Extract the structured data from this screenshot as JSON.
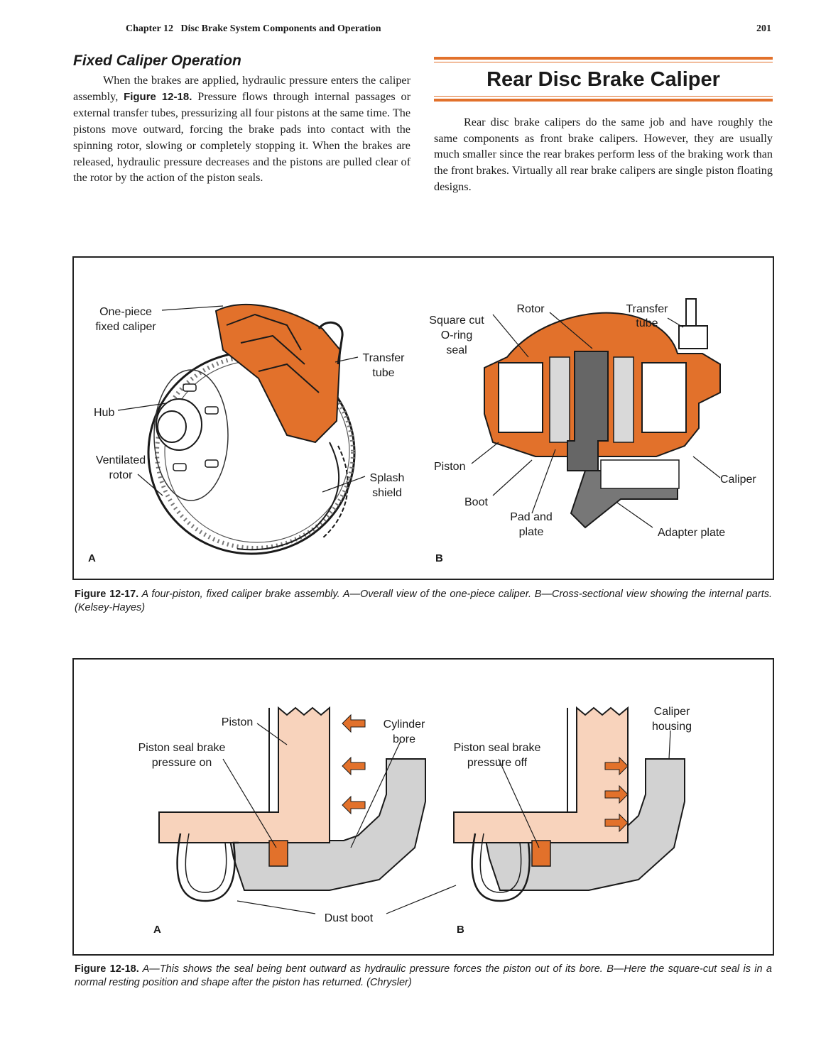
{
  "header": {
    "chapter": "Chapter 12   Disc Brake System Components and Operation",
    "page_number": "201"
  },
  "left_column": {
    "heading": "Fixed Caliper Operation",
    "paragraph_part1": "When the brakes are applied, hydraulic pressure enters the caliper assembly, ",
    "paragraph_ref": "Figure 12-18.",
    "paragraph_part2": " Pressure flows through internal passages or external transfer tubes, pressurizing all four pistons at the same time. The pistons move outward, forcing the brake pads into contact with the spinning rotor, slowing or completely stopping it. When the brakes are released, hydraulic pressure decreases and the pistons are pulled clear of the rotor by the action of the piston seals."
  },
  "right_column": {
    "heading": "Rear Disc Brake Caliper",
    "paragraph": "Rear disc brake calipers do the same job and have roughly the same components as front brake calipers. However, they are usually much smaller since the rear brakes perform less of the braking work than the front brakes. Virtually all rear brake calipers are single piston floating designs."
  },
  "figure_12_17": {
    "panel_a": {
      "label": "A",
      "callouts": {
        "caliper_1": "One-piece",
        "caliper_2": "fixed caliper",
        "transfer_1": "Transfer",
        "transfer_2": "tube",
        "hub": "Hub",
        "rotor_1": "Ventilated",
        "rotor_2": "rotor",
        "splash_1": "Splash",
        "splash_2": "shield"
      }
    },
    "panel_b": {
      "label": "B",
      "callouts": {
        "rotor": "Rotor",
        "transfer_1": "Transfer",
        "transfer_2": "tube",
        "seal_1": "Square cut",
        "seal_2": "O-ring",
        "seal_3": "seal",
        "piston": "Piston",
        "boot": "Boot",
        "pad_1": "Pad and",
        "pad_2": "plate",
        "caliper": "Caliper",
        "adapter": "Adapter plate"
      }
    },
    "caption_number": "Figure 12-17.",
    "caption_text": " A four-piston, fixed caliper brake assembly. A—Overall view of the one-piece caliper. B—Cross-sectional view showing the internal parts. (Kelsey-Hayes)"
  },
  "figure_12_18": {
    "panel_a": {
      "label": "A",
      "callouts": {
        "piston": "Piston",
        "seal_on_1": "Piston seal brake",
        "seal_on_2": "pressure on",
        "bore_1": "Cylinder",
        "bore_2": "bore"
      }
    },
    "panel_b": {
      "label": "B",
      "callouts": {
        "seal_off_1": "Piston seal brake",
        "seal_off_2": "pressure off",
        "housing_1": "Caliper",
        "housing_2": "housing"
      }
    },
    "shared_callout": "Dust boot",
    "caption_number": "Figure 12-18.",
    "caption_text": " A—This shows the seal being bent outward as hydraulic pressure forces the piston out of its bore. B—Here the square-cut seal is in a normal resting position and shape after the piston has returned. (Chrysler)"
  },
  "colors": {
    "accent_orange": "#e2712b",
    "piston_peach": "#f8d3bc",
    "housing_gray": "#d2d2d2"
  }
}
